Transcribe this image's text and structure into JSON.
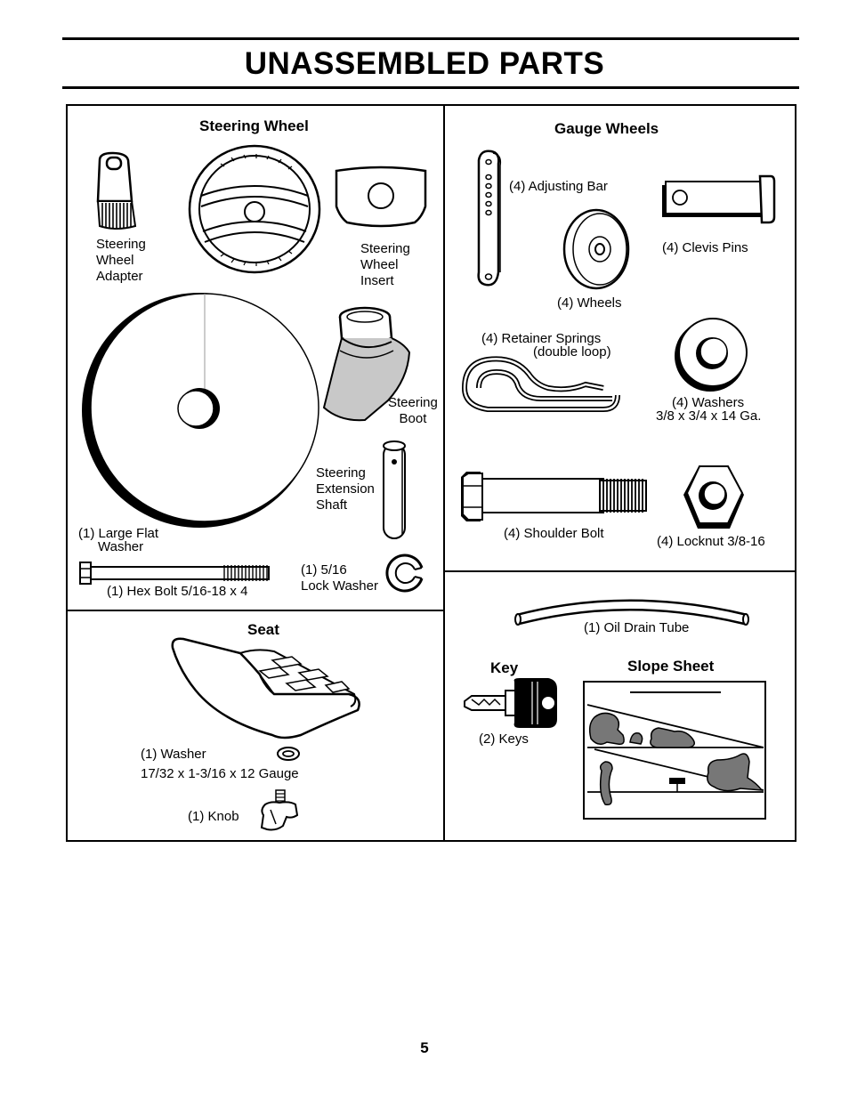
{
  "page_title": "UNASSEMBLED PARTS",
  "page_number": "5",
  "steering": {
    "heading": "Steering Wheel",
    "adapter": [
      "Steering",
      "Wheel",
      "Adapter"
    ],
    "insert": [
      "Steering",
      "Wheel",
      "Insert"
    ],
    "boot": [
      "Steering",
      "Boot"
    ],
    "shaft": [
      "Steering",
      "Extension",
      "Shaft"
    ],
    "large_washer": [
      "(1) Large Flat",
      "Washer"
    ],
    "hex_bolt": "(1) Hex Bolt 5/16-18 x 4",
    "lock_washer": [
      "(1) 5/16",
      "Lock Washer"
    ]
  },
  "gauge": {
    "heading": "Gauge Wheels",
    "adjusting_bar": "(4) Adjusting Bar",
    "clevis_pins": "(4) Clevis Pins",
    "wheels": "(4) Wheels",
    "retainer": [
      "(4)  Retainer Springs",
      "(double loop)"
    ],
    "washers": [
      "(4) Washers",
      "3/8 x 3/4 x 14 Ga."
    ],
    "shoulder_bolt": "(4) Shoulder Bolt",
    "locknut": "(4) Locknut  3/8-16"
  },
  "seat": {
    "heading": "Seat",
    "washer": [
      "(1) Washer",
      "17/32 x 1-3/16 x 12 Gauge"
    ],
    "knob": "(1) Knob"
  },
  "misc": {
    "oil_tube": "(1) Oil Drain Tube",
    "key_heading": "Key",
    "keys": "(2) Keys",
    "slope_heading": "Slope Sheet"
  }
}
